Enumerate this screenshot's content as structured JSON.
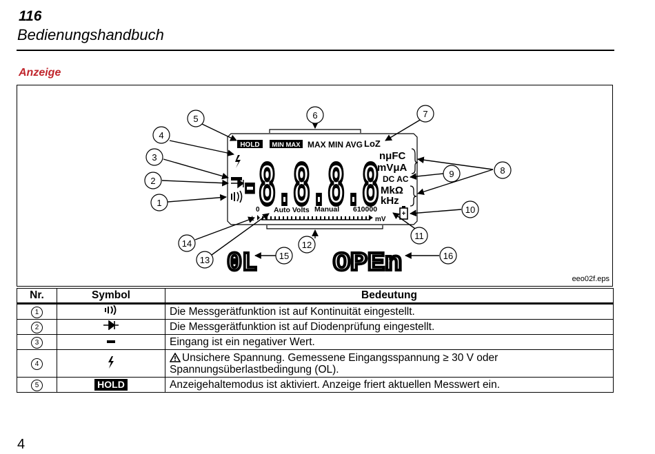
{
  "header": {
    "number": "116",
    "title": "Bedienungshandbuch"
  },
  "section": {
    "title": "Anzeige"
  },
  "figure": {
    "file_label": "eeo02f.eps",
    "lcd": {
      "hold": "HOLD",
      "minmax": "MIN MAX",
      "maxminavg": "MAX MIN AVG",
      "loz": "LoZ",
      "digits": "-8.8.8.8",
      "units_line1": "nμFC",
      "units_line2": "mVμA",
      "dcac": "DC AC",
      "units_line3": "MkΩ",
      "units_line4": "kHz",
      "bar_zero": "0",
      "auto_volts": "Auto Volts",
      "manual": "Manual",
      "range_count": "610000",
      "bar_unit": "mV",
      "ol_text": "0L",
      "open_text": "OPEn"
    },
    "callouts": [
      "1",
      "2",
      "3",
      "4",
      "5",
      "6",
      "7",
      "8",
      "9",
      "10",
      "11",
      "12",
      "13",
      "14",
      "15",
      "16"
    ]
  },
  "table": {
    "headers": {
      "nr": "Nr.",
      "symbol": "Symbol",
      "meaning": "Bedeutung"
    },
    "rows": [
      {
        "nr": "1",
        "symbol": "continuity-icon",
        "meaning": "Die Messgerätfunktion ist auf Kontinuität eingestellt."
      },
      {
        "nr": "2",
        "symbol": "diode-icon",
        "meaning": "Die Messgerätfunktion ist auf Diodenprüfung eingestellt."
      },
      {
        "nr": "3",
        "symbol": "minus-icon",
        "meaning": "Eingang ist ein negativer Wert."
      },
      {
        "nr": "4",
        "symbol": "lightning-icon",
        "meaning": "Unsichere Spannung. Gemessene Eingangsspannung ≥ 30 V oder",
        "meaning_line2": "Spannungsüberlastbedingung (OL)."
      },
      {
        "nr": "5",
        "symbol_text": "HOLD",
        "meaning": "Anzeigehaltemodus ist aktiviert. Anzeige friert aktuellen Messwert ein."
      }
    ]
  },
  "footer": {
    "page_number": "4"
  }
}
